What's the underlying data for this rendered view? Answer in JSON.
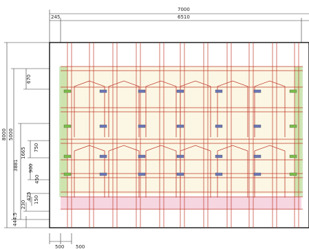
{
  "dimensions": {
    "total_width": "7000",
    "offset_left": "245",
    "inner_width": "6510",
    "total_height": "8000",
    "height_main": "5000",
    "height_a": "3881",
    "height_b": "1665",
    "top_gap": "670",
    "mid_a": "750",
    "mid_b": "900",
    "mid_c": "450",
    "low_a": "425",
    "low_b": "230",
    "low_c": "150",
    "base": "444.5",
    "bottom_a": "500",
    "bottom_b": "500"
  },
  "colors": {
    "frame": "#c0392b",
    "dimension": "#333333",
    "fill_green": "#7cbf4a",
    "fill_yellow": "#e8d36a",
    "fill_pink": "#f2c4d4",
    "fill_blue": "#6d78b8",
    "outline": "#111111"
  }
}
